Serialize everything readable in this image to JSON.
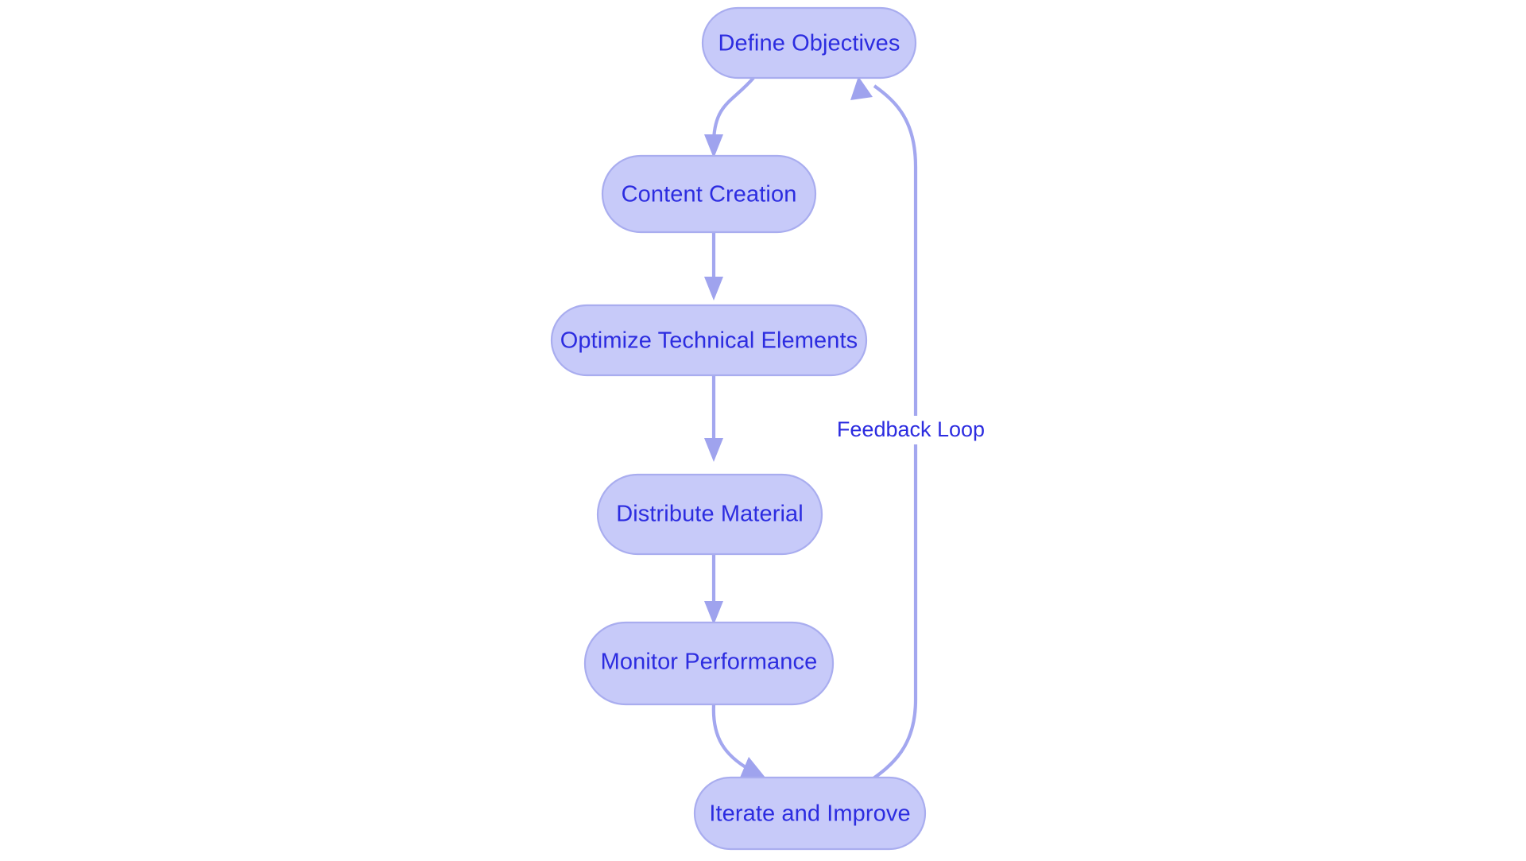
{
  "diagram": {
    "type": "flowchart",
    "orientation": "vertical",
    "background_color": "#ffffff",
    "node_fill_color": "#c7caf9",
    "node_border_color": "#a9adef",
    "node_text_color": "#2c2ce0",
    "edge_color": "#a3a7ef",
    "nodes": [
      {
        "id": "define-objectives",
        "label": "Define Objectives"
      },
      {
        "id": "content-creation",
        "label": "Content Creation"
      },
      {
        "id": "optimize-technical-elements",
        "label": "Optimize Technical Elements"
      },
      {
        "id": "distribute-material",
        "label": "Distribute Material"
      },
      {
        "id": "monitor-performance",
        "label": "Monitor Performance"
      },
      {
        "id": "iterate-and-improve",
        "label": "Iterate and Improve"
      }
    ],
    "edges": [
      {
        "id": "edge-1",
        "from": "define-objectives",
        "to": "content-creation",
        "label": ""
      },
      {
        "id": "edge-2",
        "from": "content-creation",
        "to": "optimize-technical-elements",
        "label": ""
      },
      {
        "id": "edge-3",
        "from": "optimize-technical-elements",
        "to": "distribute-material",
        "label": ""
      },
      {
        "id": "edge-4",
        "from": "distribute-material",
        "to": "monitor-performance",
        "label": ""
      },
      {
        "id": "edge-5",
        "from": "monitor-performance",
        "to": "iterate-and-improve",
        "label": ""
      },
      {
        "id": "edge-6",
        "from": "iterate-and-improve",
        "to": "define-objectives",
        "label": "Feedback Loop"
      }
    ],
    "edge_labels": {
      "feedback_loop": "Feedback Loop"
    }
  }
}
